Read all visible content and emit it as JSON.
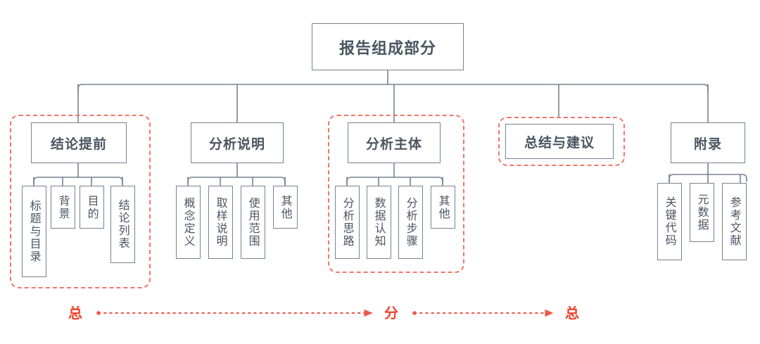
{
  "diagram": {
    "title": "报告组成部分",
    "root": {
      "label": "报告组成部分"
    },
    "branches": [
      {
        "id": "conclusion-first",
        "label": "结论提前",
        "highlighted": true,
        "children": [
          {
            "label": "标题与目录"
          },
          {
            "label": "背景"
          },
          {
            "label": "目的"
          },
          {
            "label": "结论列表"
          }
        ]
      },
      {
        "id": "analysis-notes",
        "label": "分析说明",
        "highlighted": false,
        "children": [
          {
            "label": "概念定义"
          },
          {
            "label": "取样说明"
          },
          {
            "label": "使用范围"
          },
          {
            "label": "其他"
          }
        ]
      },
      {
        "id": "analysis-body",
        "label": "分析主体",
        "highlighted": true,
        "children": [
          {
            "label": "分析思路"
          },
          {
            "label": "数据认知"
          },
          {
            "label": "分析步骤"
          },
          {
            "label": "其他"
          }
        ]
      },
      {
        "id": "summary-advice",
        "label": "总结与建议",
        "highlighted": true,
        "children": []
      },
      {
        "id": "appendix",
        "label": "附录",
        "highlighted": false,
        "children": [
          {
            "label": "关键代码"
          },
          {
            "label": "元数据"
          },
          {
            "label": "参考文献"
          }
        ]
      }
    ],
    "flow_markers": [
      {
        "id": "flow-zong-1",
        "label": "总"
      },
      {
        "id": "flow-fen",
        "label": "分"
      },
      {
        "id": "flow-zong-2",
        "label": "总"
      }
    ],
    "colors": {
      "node_border": "#76838f",
      "node_text": "#4a5560",
      "highlight_dashed": "#f0766a",
      "marker_text": "#f0412a",
      "connector": "#76838f",
      "background": "#ffffff"
    }
  }
}
